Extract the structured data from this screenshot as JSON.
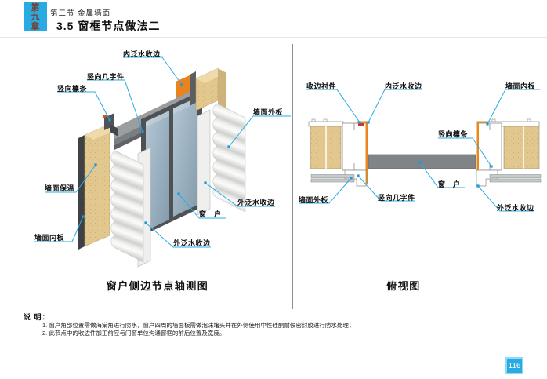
{
  "header": {
    "chapter_tab": "第九章",
    "section": "第三节 金属墙面",
    "title": "3.5 窗框节点做法二"
  },
  "axon_view": {
    "caption": "窗户侧边节点轴测图",
    "labels": {
      "inner_flashing": "内泛水收边",
      "vertical_z_piece": "竖向几字件",
      "vertical_purlin": "竖向檩条",
      "wall_outer_panel": "墙面外板",
      "wall_insulation": "墙面保温",
      "outer_flashing_right": "外泛水收边",
      "window": "窗　户",
      "wall_inner_panel": "墙面内板",
      "outer_flashing_bottom": "外泛水收边"
    }
  },
  "plan_view": {
    "caption": "俯视图",
    "labels": {
      "edge_liner": "收边衬件",
      "inner_flashing": "内泛水收边",
      "wall_inner_panel": "墙面内板",
      "vertical_purlin": "竖向檩条",
      "wall_outer_panel": "墙面外板",
      "vertical_z_piece": "竖向几字件",
      "window": "窗　户",
      "outer_flashing": "外泛水收边"
    }
  },
  "notes": {
    "heading": "说 明：",
    "items": [
      "1. 窗户角部位置需做海棠角进行防水，窗户四周的墙面板需做泡沫堵头并在外侧使用中性硅酮耐候密封胶进行防水处理；",
      "2. 此节点中的收边件加工前应与门窗单位沟通窗框的前后位置及宽度。"
    ]
  },
  "footer": {
    "page_number": "116"
  },
  "colors": {
    "accent_blue": "#29abe2",
    "leader_blue": "#29abe2",
    "flashing_orange": "#e8831d",
    "insulation_tan": "#e2c78f",
    "glass_blue": "#9db3c5",
    "frame_gray": "#8a8e90"
  }
}
